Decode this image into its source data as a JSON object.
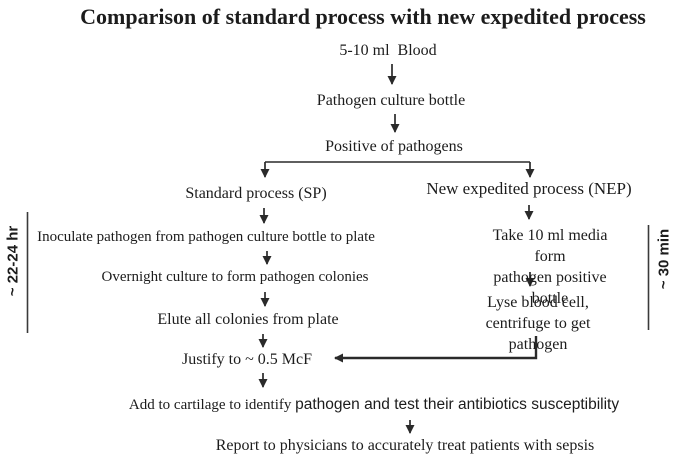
{
  "title": "Comparison of standard process with new expedited process",
  "flow": {
    "blood": "5-10 ml  Blood",
    "culture_bottle": "Pathogen culture bottle",
    "positive": "Positive of pathogens"
  },
  "standard_process": {
    "label": "Standard process (SP)",
    "duration": "~ 22-24 hr",
    "steps": [
      "Inoculate pathogen from pathogen culture bottle to plate",
      "Overnight culture to form pathogen colonies",
      "Elute all colonies from plate"
    ]
  },
  "expedited_process": {
    "label": "New expedited process (NEP)",
    "duration": "~ 30 min",
    "steps": [
      "Take 10 ml media form\npathogen positive bottle",
      "Lyse blood cell,\ncentrifuge to get pathogen"
    ]
  },
  "merge": {
    "justify": "Justify to ~ 0.5 McF"
  },
  "final": {
    "add_serif": "Add to cartilage to identify ",
    "add_sans": "pathogen and test their antibiotics susceptibility",
    "report": "Report to physicians to accurately treat patients with sepsis"
  },
  "colors": {
    "text": "#1c1c1c",
    "line": "#2a2a2a",
    "background": "#ffffff"
  }
}
